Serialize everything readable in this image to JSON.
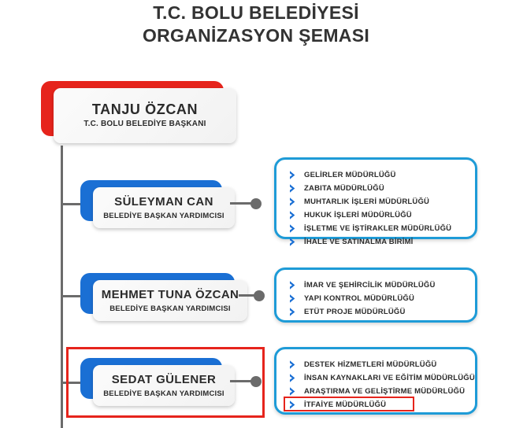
{
  "title": {
    "line1": "T.C. BOLU BELEDİYESİ",
    "line2": "ORGANİZASYON ŞEMASI"
  },
  "colors": {
    "red": "#e6241c",
    "blue": "#1a6fd4",
    "list_border": "#1e9bd7",
    "connector": "#6b6b6b",
    "text": "#2b2b2b"
  },
  "mayor": {
    "name": "TANJU ÖZCAN",
    "title": "T.C. BOLU BELEDİYE BAŞKANI"
  },
  "deputies": [
    {
      "name": "SÜLEYMAN CAN",
      "title": "BELEDİYE BAŞKAN YARDIMCISI",
      "highlighted": false,
      "departments": [
        {
          "label": "GELİRLER MÜDÜRLÜĞÜ",
          "highlighted": false
        },
        {
          "label": "ZABITA MÜDÜRLÜĞÜ",
          "highlighted": false
        },
        {
          "label": "MUHTARLIK İŞLERİ MÜDÜRLÜĞÜ",
          "highlighted": false
        },
        {
          "label": "HUKUK İŞLERİ MÜDÜRLÜĞÜ",
          "highlighted": false
        },
        {
          "label": "İŞLETME VE İŞTİRAKLER MÜDÜRLÜĞÜ",
          "highlighted": false
        },
        {
          "label": "İHALE VE SATINALMA BİRİMİ",
          "highlighted": false
        }
      ]
    },
    {
      "name": "MEHMET TUNA ÖZCAN",
      "title": "BELEDİYE BAŞKAN YARDIMCISI",
      "highlighted": false,
      "departments": [
        {
          "label": "İMAR VE ŞEHİRCİLİK MÜDÜRLÜĞÜ",
          "highlighted": false
        },
        {
          "label": "YAPI KONTROL MÜDÜRLÜĞÜ",
          "highlighted": false
        },
        {
          "label": "ETÜT PROJE MÜDÜRLÜĞÜ",
          "highlighted": false
        }
      ]
    },
    {
      "name": "SEDAT GÜLENER",
      "title": "BELEDİYE BAŞKAN YARDIMCISI",
      "highlighted": true,
      "departments": [
        {
          "label": "DESTEK HİZMETLERİ MÜDÜRLÜĞÜ",
          "highlighted": false
        },
        {
          "label": "İNSAN KAYNAKLARI VE EĞİTİM MÜDÜRLÜĞÜ",
          "highlighted": false
        },
        {
          "label": "ARAŞTIRMA VE GELİŞTİRME MÜDÜRLÜĞÜ",
          "highlighted": false
        },
        {
          "label": "İTFAİYE MÜDÜRLÜĞÜ",
          "highlighted": true
        }
      ]
    }
  ],
  "icons": {
    "bullet": "chevron-right-icon"
  }
}
